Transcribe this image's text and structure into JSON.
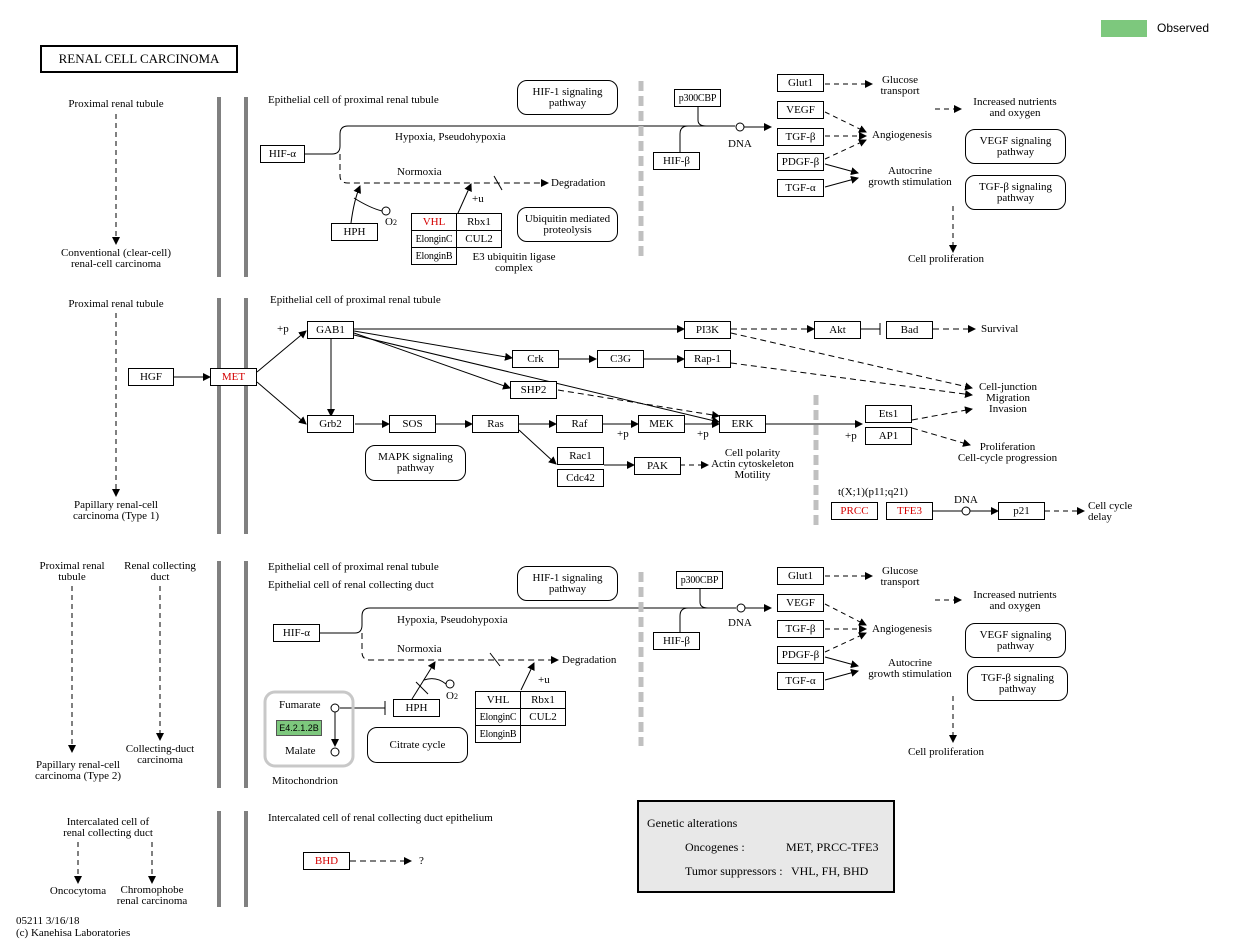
{
  "legend": {
    "label": "Observed",
    "color": "#7dc87d"
  },
  "title": "RENAL  CELL  CARCINOMA",
  "footer": {
    "code": "05211 3/16/18",
    "copyright": "(c) Kanehisa Laboratories"
  },
  "left": {
    "r1_top": "Proximal renal tubule",
    "r1_bottom": [
      "Conventional (clear-cell)",
      "renal-cell carcinoma"
    ],
    "r2_top": "Proximal renal tubule",
    "r2_bottom": [
      "Papillary renal-cell",
      "carcinoma (Type 1)"
    ],
    "r3_top_a": [
      "Proximal renal",
      "tubule"
    ],
    "r3_top_b": [
      "Renal collecting",
      "duct"
    ],
    "r3_bottom_a": [
      "Papillary renal-cell",
      "carcinoma (Type 2)"
    ],
    "r3_bottom_b": [
      "Collecting-duct",
      "carcinoma"
    ],
    "r4_top": [
      "Intercalated cell of",
      "renal collecting duct"
    ],
    "r4_bottom_a": "Oncocytoma",
    "r4_bottom_b": [
      "Chromophobe",
      "renal carcinoma"
    ]
  },
  "section1": {
    "header": "Epithelial cell of proximal renal tubule",
    "hif1_pathway": [
      "HIF-1 signaling",
      "pathway"
    ],
    "hypoxia": "Hypoxia, Pseudohypoxia",
    "normoxia": "Normoxia",
    "degradation": "Degradation",
    "plus_u": "+u",
    "o2": "O",
    "o2_sub": "2",
    "ubiquitin": [
      "Ubiquitin mediated",
      "proteolysis"
    ],
    "e3": [
      "E3 ubiquitin ligase",
      "complex"
    ],
    "dna": "DNA",
    "glucose": [
      "Glucose",
      "transport"
    ],
    "nutrients": [
      "Increased nutrients",
      "and oxygen"
    ],
    "angiogenesis": "Angiogenesis",
    "autocrine": [
      "Autocrine",
      "growth stimulation"
    ],
    "vegf_pathway": [
      "VEGF signaling",
      "pathway"
    ],
    "tgfb_pathway": [
      "TGF-β signaling",
      "pathway"
    ],
    "proliferation": "Cell proliferation",
    "genes": {
      "hifa": "HIF-α",
      "hph": "HPH",
      "vhl": "VHL",
      "rbx1": "Rbx1",
      "elonginc": "ElonginC",
      "cul2": "CUL2",
      "elonginb": "ElonginB",
      "p300": "p300CBP",
      "hifb": "HIF-β",
      "glut1": "Glut1",
      "vegf": "VEGF",
      "tgfb": "TGF-β",
      "pdgfb": "PDGF-β",
      "tgfa": "TGF-α"
    }
  },
  "section2": {
    "header": "Epithelial cell of proximal renal tubule",
    "plus_p": "+p",
    "mapk_pathway": [
      "MAPK signaling",
      "pathway"
    ],
    "survival": "Survival",
    "cell_junction": [
      "Cell-junction",
      "Migration",
      "Invasion"
    ],
    "proliferation": [
      "Proliferation",
      "Cell-cycle progression"
    ],
    "polarity": [
      "Cell polarity",
      "Actin cytoskeleton",
      "Motility"
    ],
    "translocation": "t(X;1)(p11;q21)",
    "dna": "DNA",
    "cell_cycle_delay": [
      "Cell cycle",
      "delay"
    ],
    "genes": {
      "hgf": "HGF",
      "met": "MET",
      "gab1": "GAB1",
      "grb2": "Grb2",
      "sos": "SOS",
      "ras": "Ras",
      "raf": "Raf",
      "mek": "MEK",
      "erk": "ERK",
      "crk": "Crk",
      "c3g": "C3G",
      "rap1": "Rap-1",
      "shp2": "SHP2",
      "pi3k": "PI3K",
      "akt": "Akt",
      "bad": "Bad",
      "rac1": "Rac1",
      "cdc42": "Cdc42",
      "pak": "PAK",
      "ets1": "Ets1",
      "ap1": "AP1",
      "prcc": "PRCC",
      "tfe3": "TFE3",
      "p21": "p21"
    }
  },
  "section3": {
    "header_a": "Epithelial cell of proximal renal tubule",
    "header_b": "Epithelial cell of renal collecting duct",
    "hif1_pathway": [
      "HIF-1 signaling",
      "pathway"
    ],
    "hypoxia": "Hypoxia, Pseudohypoxia",
    "normoxia": "Normoxia",
    "degradation": "Degradation",
    "plus_u": "+u",
    "o2": "O",
    "o2_sub": "2",
    "fumarate": "Fumarate",
    "malate": "Malate",
    "mitochondrion": "Mitochondrion",
    "citrate": "Citrate cycle",
    "dna": "DNA",
    "glucose": [
      "Glucose",
      "transport"
    ],
    "nutrients": [
      "Increased nutrients",
      "and oxygen"
    ],
    "angiogenesis": "Angiogenesis",
    "autocrine": [
      "Autocrine",
      "growth stimulation"
    ],
    "vegf_pathway": [
      "VEGF signaling",
      "pathway"
    ],
    "tgfb_pathway": [
      "TGF-β signaling",
      "pathway"
    ],
    "proliferation": "Cell proliferation",
    "genes": {
      "hifa": "HIF-α",
      "hph": "HPH",
      "enzyme": "E4.2.1.2B",
      "vhl": "VHL",
      "rbx1": "Rbx1",
      "elonginc": "ElonginC",
      "cul2": "CUL2",
      "elonginb": "ElonginB",
      "p300": "p300CBP",
      "hifb": "HIF-β",
      "glut1": "Glut1",
      "vegf": "VEGF",
      "tgfb": "TGF-β",
      "pdgfb": "PDGF-β",
      "tgfa": "TGF-α"
    }
  },
  "section4": {
    "header": "Intercalated cell of renal collecting duct epithelium",
    "bhd": "BHD",
    "question": "?"
  },
  "genetic": {
    "title": "Genetic alterations",
    "oncogenes_label": "Oncogenes :",
    "oncogenes_value": "MET,  PRCC-TFE3",
    "suppressors_label": "Tumor suppressors :",
    "suppressors_value": "VHL, FH, BHD"
  }
}
